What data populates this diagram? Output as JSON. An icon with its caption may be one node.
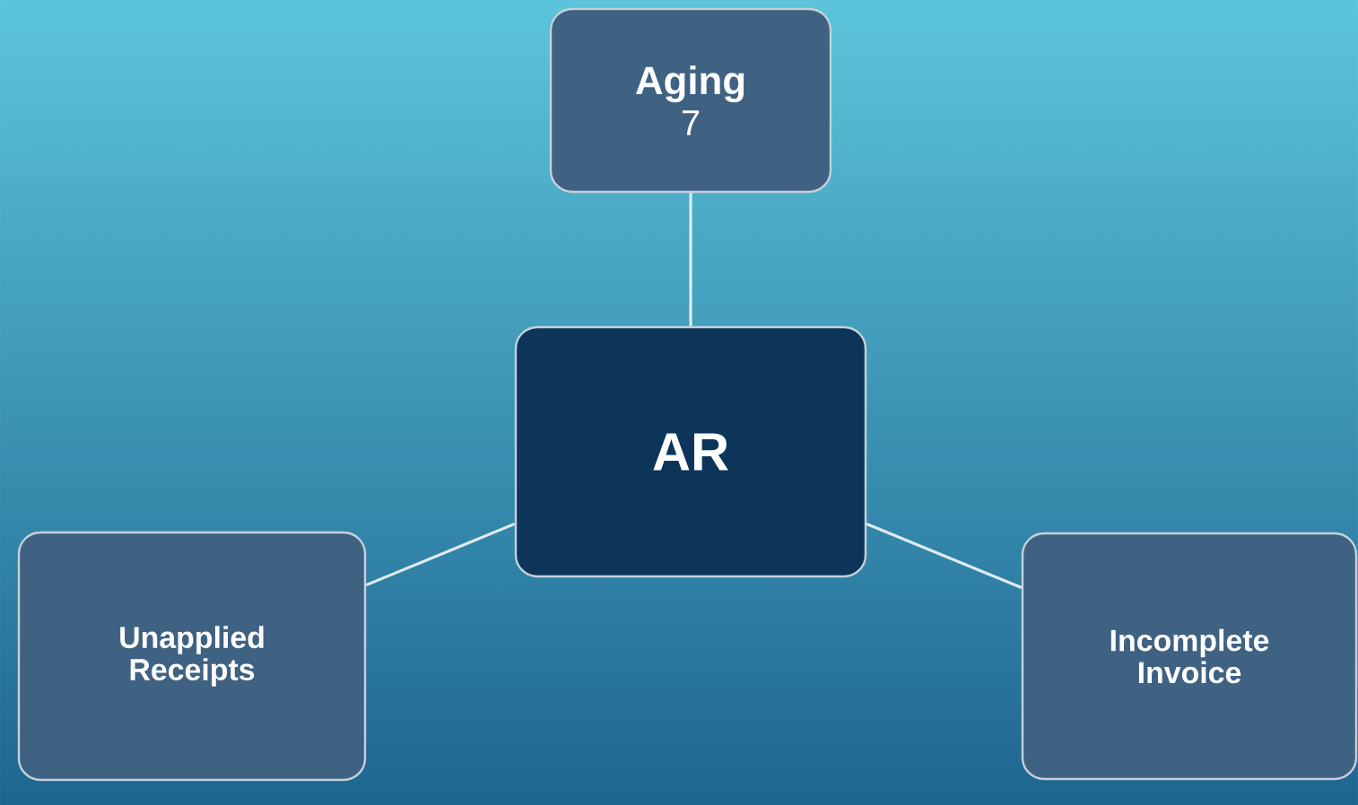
{
  "diagram": {
    "nodes": [
      {
        "text": [
          "Aging",
          "7"
        ]
      },
      {
        "text": [
          "AR"
        ]
      },
      {
        "text": [
          "Unapplied Receipts"
        ]
      },
      {
        "text": [
          "Incomplete Invoice"
        ]
      }
    ],
    "edges": [
      {
        "from": 0,
        "to": 1,
        "arrow": "none"
      },
      {
        "from": 1,
        "to": 2,
        "arrow": "none"
      },
      {
        "from": 1,
        "to": 3,
        "arrow": "none"
      }
    ]
  }
}
